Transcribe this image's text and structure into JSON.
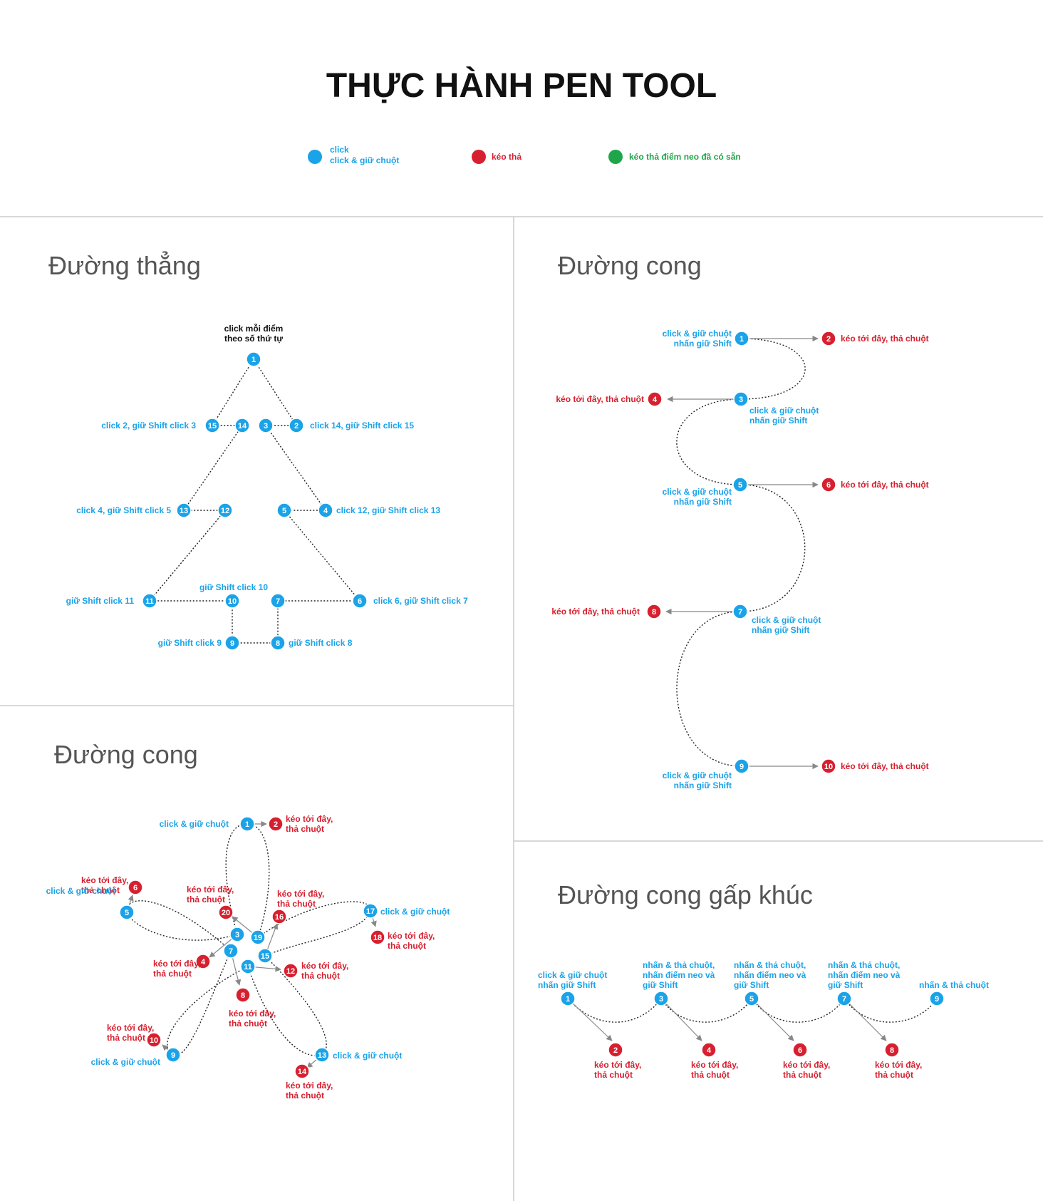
{
  "title": "THỰC HÀNH PEN TOOL",
  "colors": {
    "blue": "#1aa3e8",
    "red": "#d7202f",
    "green": "#1fa64a",
    "black": "#111111",
    "grey_text": "#555555",
    "divider": "#cccccc",
    "path": "#222222",
    "arrow": "#888888"
  },
  "legend": [
    {
      "color": "blue",
      "lines": [
        "click",
        "click & giữ chuột"
      ]
    },
    {
      "color": "red",
      "lines": [
        "kéo thả"
      ]
    },
    {
      "color": "green",
      "lines": [
        "kéo thả điểm neo đã có sẵn"
      ]
    }
  ],
  "sections": [
    {
      "id": "straight",
      "title": "Đường thẳng",
      "nodes": [
        {
          "n": "1",
          "color": "blue"
        },
        {
          "n": "2",
          "color": "blue"
        },
        {
          "n": "3",
          "color": "blue"
        },
        {
          "n": "4",
          "color": "blue"
        },
        {
          "n": "5",
          "color": "blue"
        },
        {
          "n": "6",
          "color": "blue"
        },
        {
          "n": "7",
          "color": "blue"
        },
        {
          "n": "8",
          "color": "blue"
        },
        {
          "n": "9",
          "color": "blue"
        },
        {
          "n": "10",
          "color": "blue"
        },
        {
          "n": "11",
          "color": "blue"
        },
        {
          "n": "12",
          "color": "blue"
        },
        {
          "n": "13",
          "color": "blue"
        },
        {
          "n": "14",
          "color": "blue"
        },
        {
          "n": "15",
          "color": "blue"
        }
      ],
      "labels": [
        {
          "color": "black",
          "lines": [
            "click mỗi điểm",
            "theo số thứ tự"
          ]
        },
        {
          "color": "blue",
          "lines": [
            "click 14, giữ Shift click 15"
          ]
        },
        {
          "color": "blue",
          "lines": [
            "click 2, giữ Shift click 3"
          ]
        },
        {
          "color": "blue",
          "lines": [
            "click 12, giữ Shift click 13"
          ]
        },
        {
          "color": "blue",
          "lines": [
            "click 4, giữ Shift click 5"
          ]
        },
        {
          "color": "blue",
          "lines": [
            "giữ Shift click 10"
          ]
        },
        {
          "color": "blue",
          "lines": [
            "giữ Shift click 11"
          ]
        },
        {
          "color": "blue",
          "lines": [
            "click 6, giữ Shift click 7"
          ]
        },
        {
          "color": "blue",
          "lines": [
            "giữ Shift click 9"
          ]
        },
        {
          "color": "blue",
          "lines": [
            "giữ Shift click 8"
          ]
        }
      ]
    },
    {
      "id": "curve-right",
      "title": "Đường cong",
      "nodes": [
        {
          "n": "1",
          "color": "blue"
        },
        {
          "n": "2",
          "color": "red"
        },
        {
          "n": "3",
          "color": "blue"
        },
        {
          "n": "4",
          "color": "red"
        },
        {
          "n": "5",
          "color": "blue"
        },
        {
          "n": "6",
          "color": "red"
        },
        {
          "n": "7",
          "color": "blue"
        },
        {
          "n": "8",
          "color": "red"
        },
        {
          "n": "9",
          "color": "blue"
        },
        {
          "n": "10",
          "color": "red"
        }
      ],
      "labels": [
        {
          "color": "blue",
          "lines": [
            "click & giữ chuột",
            "nhấn giữ Shift"
          ]
        },
        {
          "color": "red",
          "lines": [
            "kéo tới đây, thả chuột"
          ]
        },
        {
          "color": "red",
          "lines": [
            "kéo tới đây, thả chuột"
          ]
        },
        {
          "color": "blue",
          "lines": [
            "click & giữ chuột",
            "nhấn giữ Shift"
          ]
        },
        {
          "color": "blue",
          "lines": [
            "click & giữ chuột",
            "nhấn giữ Shift"
          ]
        },
        {
          "color": "red",
          "lines": [
            "kéo tới đây, thả chuột"
          ]
        },
        {
          "color": "red",
          "lines": [
            "kéo tới đây, thả chuột"
          ]
        },
        {
          "color": "blue",
          "lines": [
            "click & giữ chuột",
            "nhấn giữ Shift"
          ]
        },
        {
          "color": "blue",
          "lines": [
            "click & giữ chuột",
            "nhấn giữ Shift"
          ]
        },
        {
          "color": "red",
          "lines": [
            "kéo tới đây, thả chuột"
          ]
        }
      ]
    },
    {
      "id": "curve-flower",
      "title": "Đường cong",
      "nodes": [
        {
          "n": "1",
          "color": "blue"
        },
        {
          "n": "2",
          "color": "red"
        },
        {
          "n": "3",
          "color": "blue"
        },
        {
          "n": "4",
          "color": "red"
        },
        {
          "n": "5",
          "color": "blue"
        },
        {
          "n": "6",
          "color": "red"
        },
        {
          "n": "7",
          "color": "blue"
        },
        {
          "n": "8",
          "color": "red"
        },
        {
          "n": "9",
          "color": "blue"
        },
        {
          "n": "10",
          "color": "red"
        },
        {
          "n": "11",
          "color": "blue"
        },
        {
          "n": "12",
          "color": "red"
        },
        {
          "n": "13",
          "color": "blue"
        },
        {
          "n": "14",
          "color": "red"
        },
        {
          "n": "15",
          "color": "blue"
        },
        {
          "n": "16",
          "color": "red"
        },
        {
          "n": "17",
          "color": "blue"
        },
        {
          "n": "18",
          "color": "red"
        },
        {
          "n": "19",
          "color": "blue"
        },
        {
          "n": "20",
          "color": "red"
        }
      ],
      "labels": [
        {
          "color": "blue",
          "lines": [
            "click & giữ chuột"
          ]
        },
        {
          "color": "red",
          "lines": [
            "kéo tới đây,",
            "thả chuột"
          ]
        },
        {
          "color": "red",
          "lines": [
            "kéo tới đây,",
            "thả chuột"
          ]
        },
        {
          "color": "blue",
          "lines": [
            "click & giữ chuột"
          ]
        },
        {
          "color": "red",
          "lines": [
            "kéo tới đây,",
            "thả chuột"
          ]
        },
        {
          "color": "red",
          "lines": [
            "kéo tới đây,",
            "thả chuột"
          ]
        },
        {
          "color": "blue",
          "lines": [
            "click & giữ chuột"
          ]
        },
        {
          "color": "red",
          "lines": [
            "kéo tới đây,",
            "thả chuột"
          ]
        },
        {
          "color": "red",
          "lines": [
            "kéo tới đây,",
            "thả chuột"
          ]
        },
        {
          "color": "red",
          "lines": [
            "kéo tới đây,",
            "thả chuột"
          ]
        },
        {
          "color": "red",
          "lines": [
            "kéo tới đây,",
            "thả chuột"
          ]
        },
        {
          "color": "red",
          "lines": [
            "kéo tới đây,",
            "thả chuột"
          ]
        },
        {
          "color": "blue",
          "lines": [
            "click & giữ chuột"
          ]
        },
        {
          "color": "blue",
          "lines": [
            "click & giữ chuột"
          ]
        },
        {
          "color": "red",
          "lines": [
            "kéo tới đây,",
            "thả chuột"
          ]
        }
      ]
    },
    {
      "id": "curve-zigzag",
      "title": "Đường cong gấp khúc",
      "nodes": [
        {
          "n": "1",
          "color": "blue"
        },
        {
          "n": "2",
          "color": "red"
        },
        {
          "n": "3",
          "color": "blue"
        },
        {
          "n": "4",
          "color": "red"
        },
        {
          "n": "5",
          "color": "blue"
        },
        {
          "n": "6",
          "color": "red"
        },
        {
          "n": "7",
          "color": "blue"
        },
        {
          "n": "8",
          "color": "red"
        },
        {
          "n": "9",
          "color": "blue"
        }
      ],
      "labels": [
        {
          "color": "blue",
          "lines": [
            "click & giữ chuột",
            "nhấn giữ Shift"
          ]
        },
        {
          "color": "blue",
          "lines": [
            "nhấn & thả chuột,",
            "nhấn điểm neo và",
            "giữ Shift"
          ]
        },
        {
          "color": "blue",
          "lines": [
            "nhấn & thả chuột,",
            "nhấn điểm neo và",
            "giữ Shift"
          ]
        },
        {
          "color": "blue",
          "lines": [
            "nhấn & thả chuột,",
            "nhấn điểm neo và",
            "giữ Shift"
          ]
        },
        {
          "color": "blue",
          "lines": [
            "nhấn & thả chuột"
          ]
        },
        {
          "color": "red",
          "lines": [
            "kéo tới đây,",
            "thả chuột"
          ]
        },
        {
          "color": "red",
          "lines": [
            "kéo tới đây,",
            "thả chuột"
          ]
        },
        {
          "color": "red",
          "lines": [
            "kéo tới đây,",
            "thả chuột"
          ]
        },
        {
          "color": "red",
          "lines": [
            "kéo tới đây,",
            "thả chuột"
          ]
        }
      ]
    }
  ]
}
